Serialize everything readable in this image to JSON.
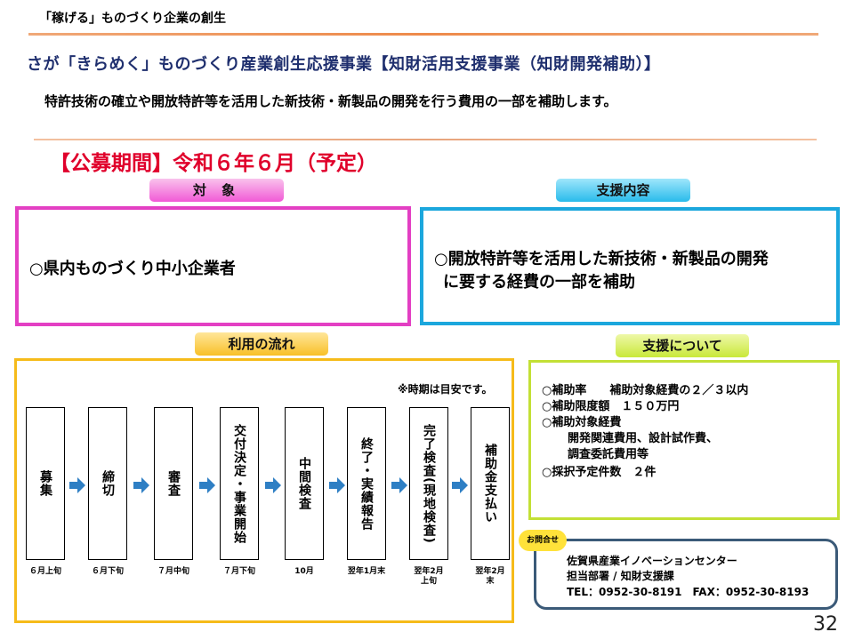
{
  "header": {
    "tag": "「稼げる」ものづくり企業の創生",
    "title": "さが「きらめく」ものづくり産業創生応援事業【知財活用支援事業（知財開発補助）】",
    "subtitle": "特許技術の確立や開放特許等を活用した新技術・新製品の開発を行う費用の一部を補助します。",
    "period": "【公募期間】令和６年６月（予定）"
  },
  "target": {
    "label": "対 象",
    "text": "○県内ものづくり中小企業者"
  },
  "support": {
    "label": "支援内容",
    "line1": "○開放特許等を活用した新技術・新製品の開発",
    "line2": "に要する経費の一部を補助"
  },
  "flow": {
    "label": "利用の流れ",
    "note": "※時期は目安です。",
    "steps": [
      {
        "name": "募集",
        "when": "６月上旬"
      },
      {
        "name": "締切",
        "when": "６月下旬"
      },
      {
        "name": "審査",
        "when": "７月中旬"
      },
      {
        "name": "交付決定・事業開始",
        "when": "７月下旬"
      },
      {
        "name": "中間検査",
        "when": "10月"
      },
      {
        "name": "終了・実績報告",
        "when": "翌年1月末"
      },
      {
        "name": "完了検査(現地検査)",
        "when": "翌年2月上旬"
      },
      {
        "name": "補助金支払い",
        "when": "翌年2月末"
      }
    ]
  },
  "about": {
    "label": "支援について",
    "lines": [
      "○補助率　　補助対象経費の２／３以内",
      "○補助限度額　１５０万円",
      "○補助対象経費",
      "　開発関連費用、設計試作費、",
      "　調査委託費用等",
      "○採択予定件数　２件"
    ]
  },
  "contact": {
    "badge": "お問合せ",
    "org": "佐賀県産業イノベーションセンター",
    "dept": "担当部署 / 知財支援課",
    "phone": "TEL：0952-30-8191　FAX：0952-30-8193"
  },
  "page_number": "32",
  "colors": {
    "title": "#1f2f6e",
    "period": "#e0002b",
    "target_border": "#e33fc3",
    "support_border": "#1ba7dd",
    "flow_border": "#f6bb1a",
    "about_border": "#c3e036",
    "arrow": "#2e7fc4",
    "contact_border": "#3b5a78"
  }
}
